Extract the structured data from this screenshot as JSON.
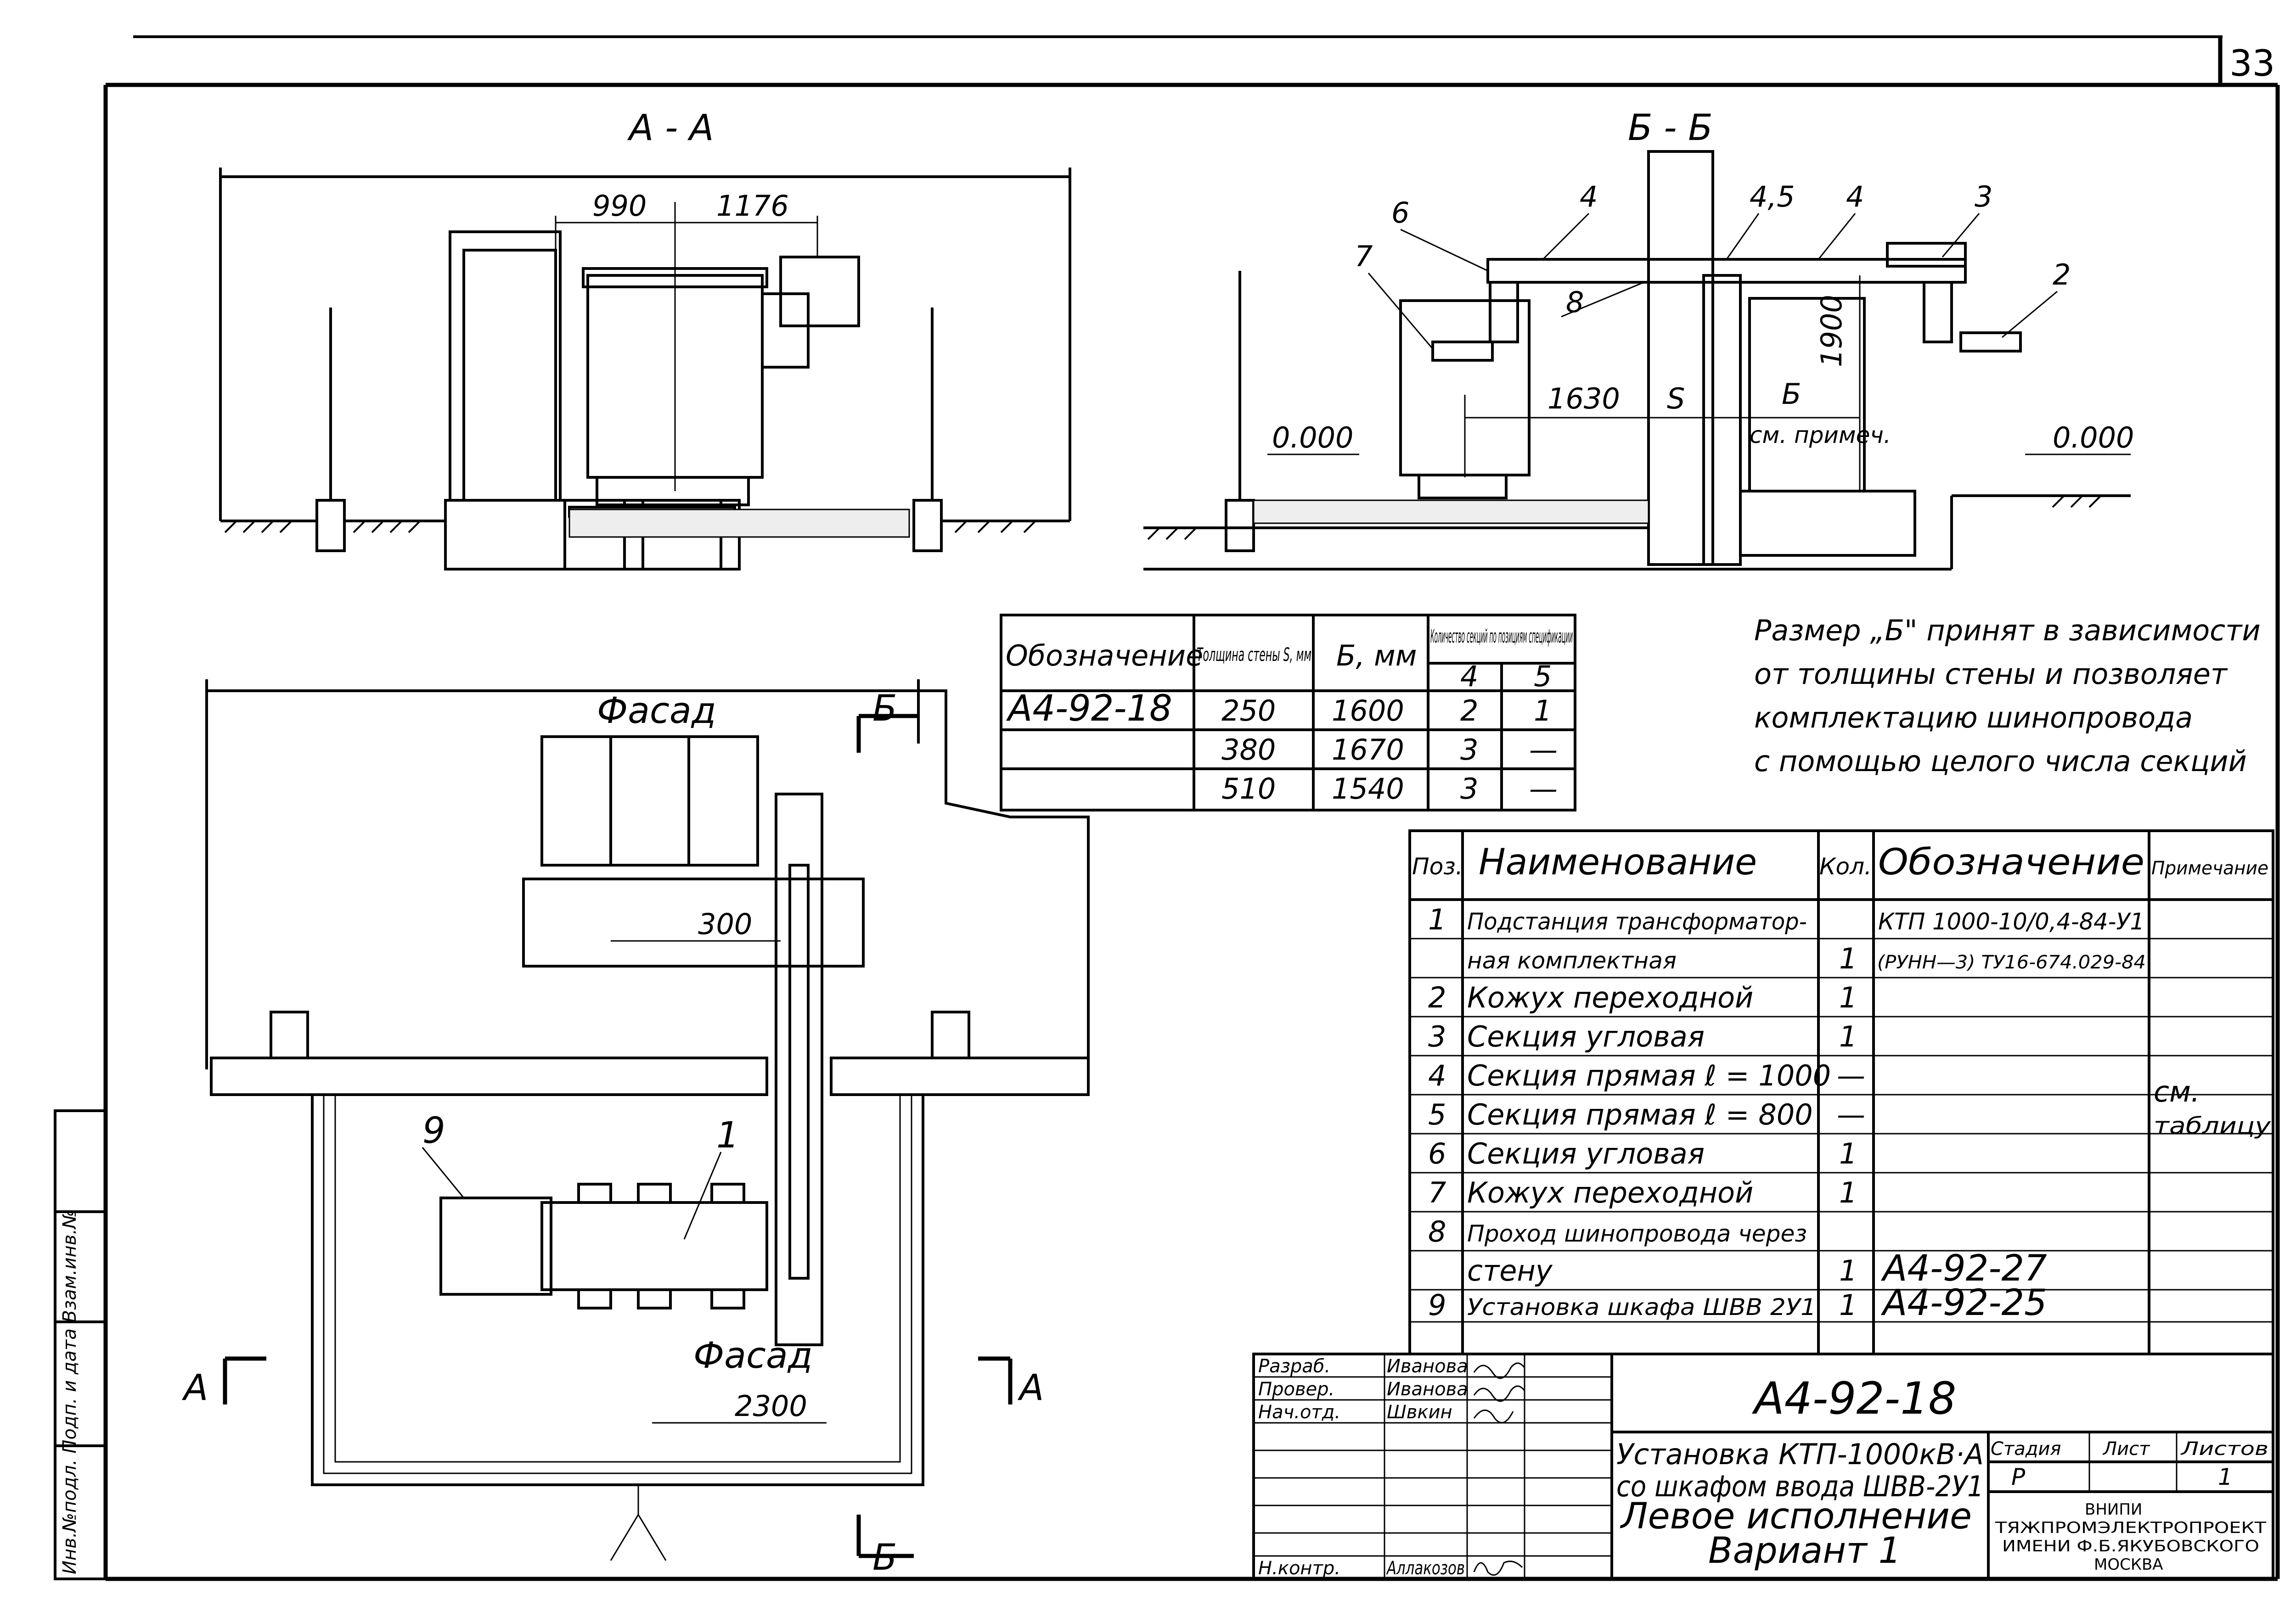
{
  "sheet": {
    "page_number": "33",
    "side_stamp": "Инв.№подл. Подп. и дата  Взам.инв.№"
  },
  "sections": {
    "aa_title": "А - А",
    "bb_title": "Б - Б",
    "fasad_top": "Фасад",
    "fasad_bottom": "Фасад",
    "cut_a_left": "А",
    "cut_a_right": "А",
    "cut_b_top": "Б",
    "cut_b_bottom": "Б"
  },
  "dimensions": {
    "d990": "990",
    "d1176": "1176",
    "d1630": "1630",
    "dS": "S",
    "dB": "Б",
    "see_note": "см. примеч.",
    "d1900": "1900",
    "level_left": "0.000",
    "level_right": "0.000",
    "d300": "300",
    "d2300": "2300"
  },
  "callouts": {
    "bb": [
      "6",
      "7",
      "8",
      "4",
      "4,5",
      "4",
      "3",
      "2"
    ],
    "plan": [
      "9",
      "1"
    ]
  },
  "section_table": {
    "headers": {
      "designation": "Обозначение",
      "wall": "Толщина стены S, мм",
      "b": "Б, мм",
      "count": "Количество секций по позициям спецификации",
      "pos4": "4",
      "pos5": "5"
    },
    "rows": [
      {
        "designation": "А4-92-18",
        "wall": "250",
        "b": "1600",
        "p4": "2",
        "p5": "1"
      },
      {
        "designation": "",
        "wall": "380",
        "b": "1670",
        "p4": "3",
        "p5": "—"
      },
      {
        "designation": "",
        "wall": "510",
        "b": "1540",
        "p4": "3",
        "p5": "—"
      }
    ]
  },
  "note": {
    "lines": [
      "Размер „Б\" принят в зависимости",
      "от толщины стены и позволяет",
      "комплектацию шинопровода",
      "с помощью целого числа секций"
    ]
  },
  "spec": {
    "headers": {
      "pos": "Поз.",
      "name": "Наименование",
      "qty": "Кол.",
      "designation": "Обозначение",
      "note": "Примечание"
    },
    "rows": [
      {
        "pos": "1",
        "name": "Подстанция трансформатор-",
        "qty": "",
        "designation": "КТП 1000-10/0,4-84-У1",
        "note": ""
      },
      {
        "pos": "",
        "name": "ная комплектная",
        "qty": "1",
        "designation": "(РУНН—3) ТУ16-674.029-84",
        "note": ""
      },
      {
        "pos": "2",
        "name": "Кожух переходной",
        "qty": "1",
        "designation": "",
        "note": ""
      },
      {
        "pos": "3",
        "name": "Секция угловая",
        "qty": "1",
        "designation": "",
        "note": ""
      },
      {
        "pos": "4",
        "name": "Секция прямая ℓ = 1000",
        "qty": "—",
        "designation": "",
        "note": "см."
      },
      {
        "pos": "5",
        "name": "Секция прямая ℓ = 800",
        "qty": "—",
        "designation": "",
        "note": "таблицу"
      },
      {
        "pos": "6",
        "name": "Секция угловая",
        "qty": "1",
        "designation": "",
        "note": ""
      },
      {
        "pos": "7",
        "name": "Кожух переходной",
        "qty": "1",
        "designation": "",
        "note": ""
      },
      {
        "pos": "8",
        "name": "Проход шинопровода через",
        "qty": "",
        "designation": "",
        "note": ""
      },
      {
        "pos": "",
        "name": "стену",
        "qty": "1",
        "designation": "А4-92-27",
        "note": ""
      },
      {
        "pos": "9",
        "name": "Установка шкафа ШВВ 2У1",
        "qty": "1",
        "designation": "А4-92-25",
        "note": ""
      }
    ]
  },
  "title_block": {
    "people": [
      {
        "role": "Разраб.",
        "name": "Иванова"
      },
      {
        "role": "Провер.",
        "name": "Иванова"
      },
      {
        "role": "Нач.отд.",
        "name": "Швкин"
      },
      {
        "role": "Н.контр.",
        "name": "Аллакозов"
      }
    ],
    "code": "А4-92-18",
    "title_lines": [
      "Установка КТП-1000кВ·А",
      "со шкафом ввода ШВВ-2У1",
      "Левое исполнение",
      "Вариант 1"
    ],
    "stage_label": "Стадия",
    "sheet_label": "Лист",
    "sheets_label": "Листов",
    "stage": "Р",
    "sheets": "1",
    "org_lines": [
      "ВНИПИ",
      "ТЯЖПРОМЭЛЕКТРОПРОЕКТ",
      "ИМЕНИ Ф.Б.ЯКУБОВСКОГО",
      "МОСКВА"
    ]
  }
}
